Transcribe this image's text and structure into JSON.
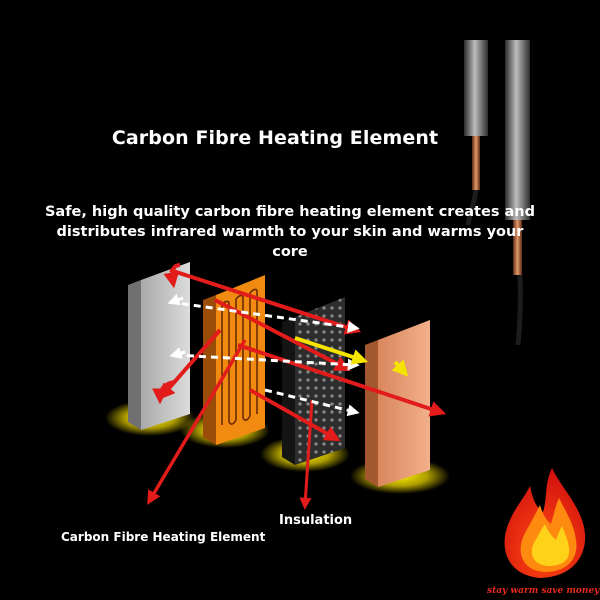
{
  "title": "Carbon Fibre Heating Element",
  "description": {
    "line1": "Safe, high quality carbon fibre heating element creates and",
    "line2": "distributes infrared warmth to your skin and warms your core"
  },
  "labels": {
    "insulation": "Insulation",
    "carbon_fibre_element": "Carbon Fibre Heating Element"
  },
  "brand": {
    "slogan": "stay warm save money",
    "logo_icon": "flame-logo-icon"
  },
  "colors": {
    "background": "#000000",
    "heat_arrow": "#e21b1b",
    "element_orange": "#f08a10",
    "skin_layer": "#e9a07a",
    "glow_yellow": "#f5e400",
    "cable_copper": "#b4663a"
  }
}
